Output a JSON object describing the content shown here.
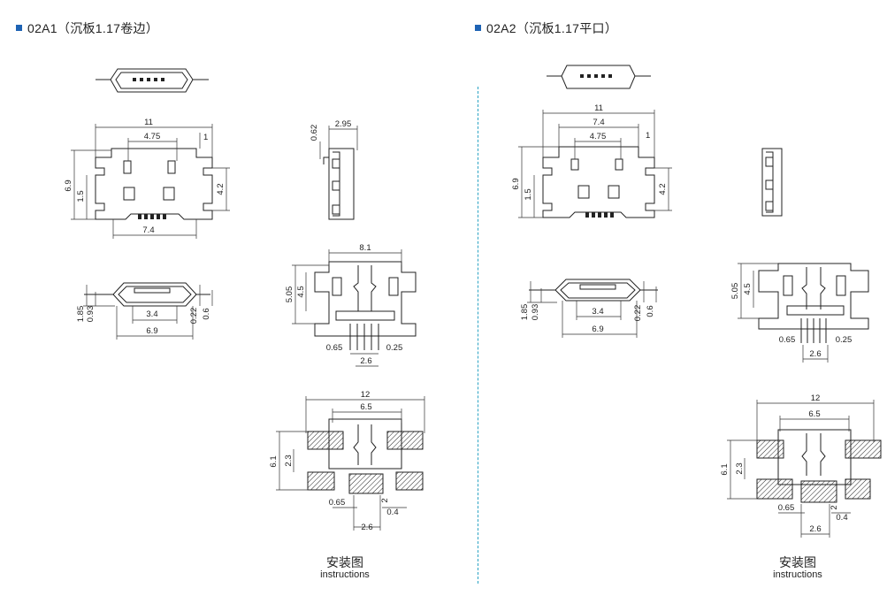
{
  "headers": {
    "left": "02A1（沉板1.17卷边）",
    "right": "02A2（沉板1.17平口）"
  },
  "captions": {
    "left": {
      "zh": "安装图",
      "en": "instructions"
    },
    "right": {
      "zh": "安装图",
      "en": "instructions"
    }
  },
  "dims": {
    "l_top_w": "11",
    "l_top_inner": "4.75",
    "l_top_1": "1",
    "l_top_h": "6.9",
    "l_top_15": "1.5",
    "l_top_42": "4.2",
    "l_top_74": "7.4",
    "l_side_062": "0.62",
    "l_side_295": "2.95",
    "l_front_185": "1.85",
    "l_front_093": "0.93",
    "l_front_34": "3.4",
    "l_front_69": "6.9",
    "l_front_022": "0.22",
    "l_front_06": "0.6",
    "l_bot_81": "8.1",
    "l_bot_505": "5.05",
    "l_bot_45": "4.5",
    "l_bot_065": "0.65",
    "l_bot_025": "0.25",
    "l_bot_26": "2.6",
    "l_inst_12": "12",
    "l_inst_65": "6.5",
    "l_inst_61": "6.1",
    "l_inst_23": "2.3",
    "l_inst_065": "0.65",
    "l_inst_2": "2",
    "l_inst_04": "0.4",
    "l_inst_26": "2.6",
    "r_top_w": "11",
    "r_top_74t": "7.4",
    "r_top_inner": "4.75",
    "r_top_1": "1",
    "r_top_h": "6.9",
    "r_top_15": "1.5",
    "r_top_42": "4.2",
    "r_front_185": "1.85",
    "r_front_093": "0.93",
    "r_front_34": "3.4",
    "r_front_69": "6.9",
    "r_front_022": "0.22",
    "r_front_06": "0.6",
    "r_bot_505": "5.05",
    "r_bot_45": "4.5",
    "r_bot_065": "0.65",
    "r_bot_025": "0.25",
    "r_bot_26": "2.6",
    "r_inst_12": "12",
    "r_inst_65": "6.5",
    "r_inst_61": "6.1",
    "r_inst_23": "2.3",
    "r_inst_065": "0.65",
    "r_inst_2": "2",
    "r_inst_04": "0.4",
    "r_inst_26": "2.6"
  },
  "colors": {
    "bullet": "#1e63b4",
    "divider": "#2aa3c4",
    "line": "#222222"
  }
}
